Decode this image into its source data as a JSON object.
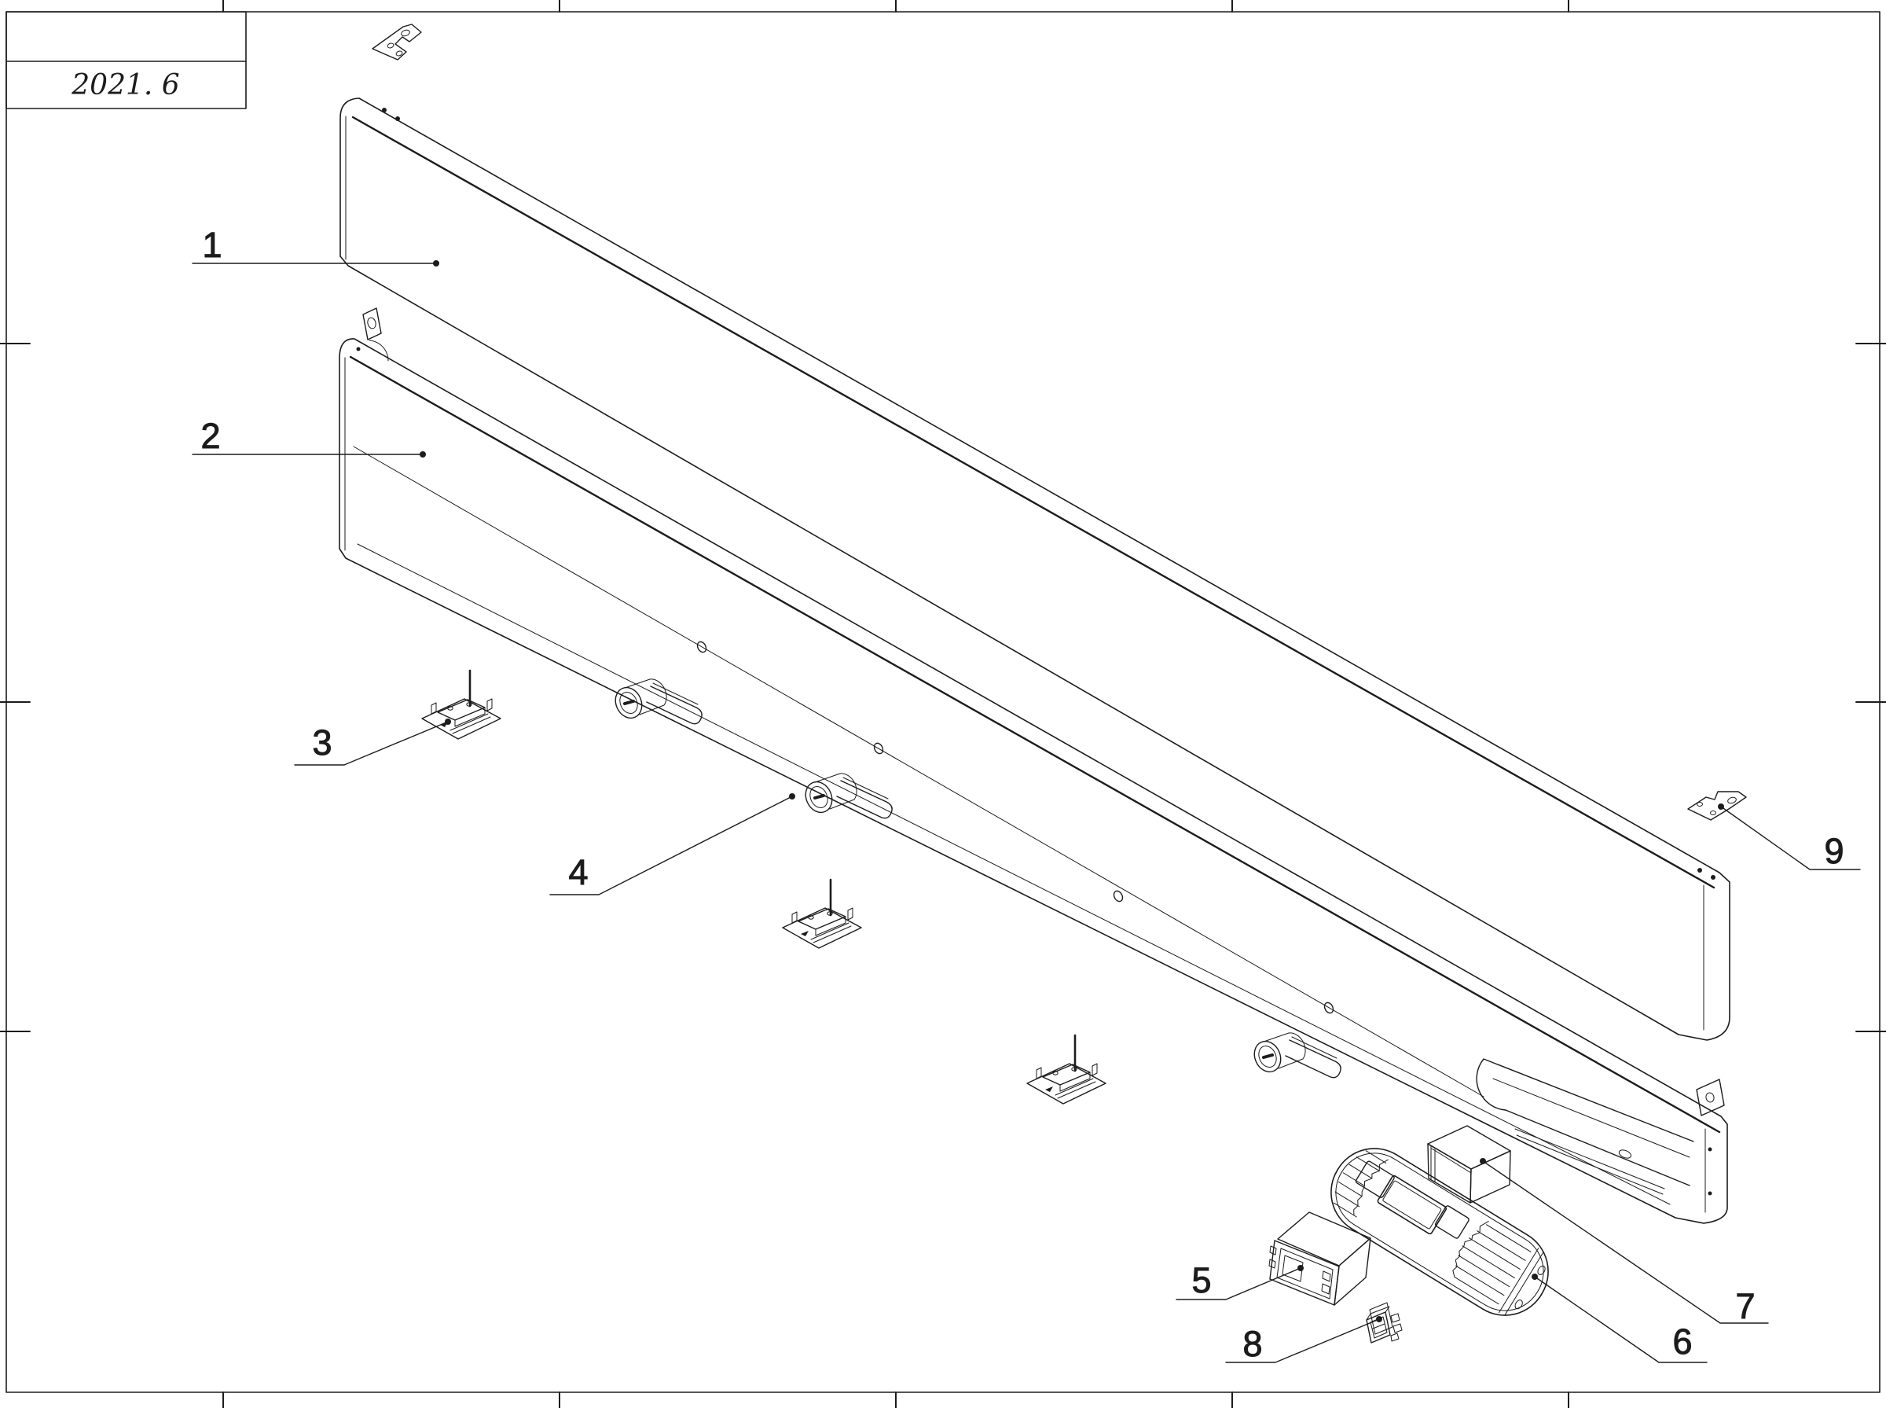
{
  "drawing": {
    "date": "2021. 6",
    "callouts": [
      "1",
      "2",
      "3",
      "4",
      "5",
      "6",
      "7",
      "8",
      "9"
    ],
    "colors": {
      "line": "#1c1c1c",
      "background": "#ffffff"
    }
  }
}
